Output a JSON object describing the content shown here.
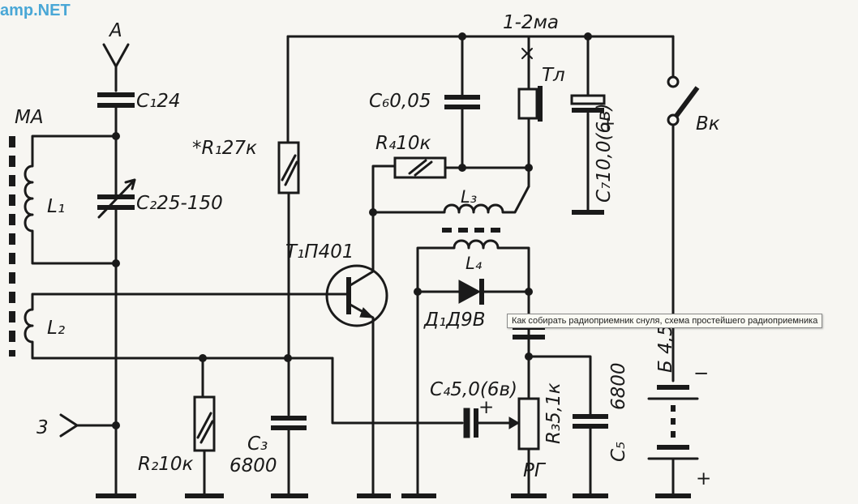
{
  "watermark": "amp.NET",
  "tooltip": "Как собирать радиоприемник снуля, схема простейшего радиоприемника",
  "labels": {
    "antenna": "A",
    "ma": "MA",
    "c1": "C₁24",
    "c2": "C₂25-150",
    "l1": "L₁",
    "l2": "L₂",
    "r1": "*R₁27к",
    "r2": "R₂10к",
    "c3_name": "C₃",
    "c3_value": "6800",
    "input3": "3",
    "current": "1-2ма",
    "tl": "Тл",
    "c6": "C₆0,05",
    "r4": "R₄10к",
    "l3": "L₃",
    "l4": "L₄",
    "t1": "T₁П401",
    "d1": "Д₁Д9В",
    "c7": "C₇10,0(6в)",
    "vk": "Вк",
    "battery": "Б 4,5в",
    "c4": "C₄5,0(6в)",
    "r3": "R₃5,1к",
    "rg": "РГ",
    "c5_value": "6800",
    "c5_name": "C₅",
    "plus_c7": "+",
    "plus_c4": "+",
    "minus_bat": "−",
    "plus_bat": "+"
  }
}
